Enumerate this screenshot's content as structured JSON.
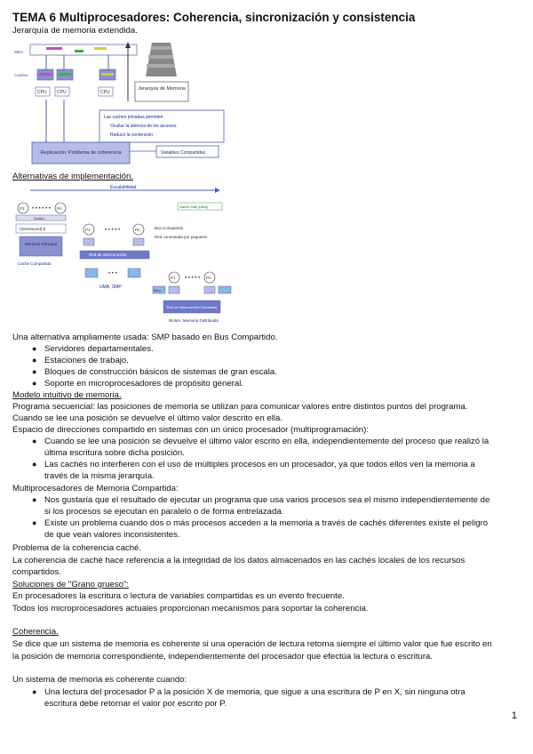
{
  "title": "TEMA 6 Multiprocesadores: Coherencia, sincronización y consistencia",
  "fig1": {
    "caption": "Jerarquía de memoria extendida.",
    "mem_label": "Mem",
    "caches_label": "Caches",
    "cpu_label": "CPU",
    "jerarquia_label": "Jerarquía de Memoria",
    "notes": [
      "Las caches privadas permiten:",
      "Ocultar la latencia de los accesos",
      "Reducir la contención"
    ],
    "replicacion": "Replicación: Problema de coherencia",
    "variables": "Variables Compartidas"
  },
  "alternativas_heading": "Alternativas de implementación.",
  "fig2": {
    "escalabilidad": "Escalabilidad",
    "p1": "P1",
    "pn": "Pn",
    "switch": "Switch",
    "cache_interleaved": "(Interleaved) $",
    "memoria_principal": "Memoria Principal",
    "cache_compartida": "Cache Compartida",
    "bus_compartido": "Bus Compartido",
    "bus_notes": [
      "Bus Compartido",
      "Red conmutada por paquetes"
    ],
    "red_interconexion": "Red de interconexión",
    "uma_smp": "UMA, SMP",
    "mem": "Mem",
    "red_escalable": "Red de Interconexión Escalable",
    "numa": "NUMA: Memoria Distribuida",
    "dance_hall": "Dance Hall (UMA)"
  },
  "smp_intro": "Una alternativa ampliamente usada: SMP basado en Bus Compartido.",
  "smp_list": [
    "Servidores departamentales.",
    "Estaciones de trabajo.",
    "Bloques de construcción básicos de sistemas de gran escala.",
    "Soporte en microprocesadores de propósito general."
  ],
  "modelo_heading": "Modelo intuitivo de memoria.",
  "prog_sec": "Programa secuencial: las posiciones de memoria se utilizan para comunicar valores entre distintos puntos del programa.",
  "cuando_lee": "Cuando se lee una posición se devuelve el último valor descrito en ella.",
  "espacio": "Espacio de direcciones compartido en sistemas con un único procesador (multiprogramación):",
  "espacio_list": [
    [
      "Cuando se lee una posición se devuelve el último valor escrito en ella, independientemente del proceso que realizó la",
      "última escritura sobre dicha posición."
    ],
    [
      "Las cachés no interfieren con el uso de múltiples procesos en un procesador, ya que todos ellos ven la memoria a",
      "través de la misma jerarquía."
    ]
  ],
  "multi_heading": "Multiprocesadores de Memoria Compartida:",
  "multi_list": [
    [
      "Nos gustaría que el resultado de ejecutar un programa que usa varios procesos sea el mismo independientemente de",
      "si los procesos se ejecutan en paralelo o de forma entrelazada."
    ],
    [
      "Existe un problema cuando dos o más procesos acceden a la memoria a través de cachés diferentes existe el peligro",
      "de que vean valores inconsistentes."
    ]
  ],
  "problema": "Problema de la coherencia caché.",
  "coherencia_def": [
    "La coherencia de caché hace referencia a la integridad de los datos almacenados en las cachés locales de los recursos",
    "compartidos."
  ],
  "soluciones_heading": "Soluciones de \"Grano grueso\":",
  "soluciones": [
    "En procesadores la escritura o lectura de variables compartidas es un evento frecuente.",
    "Todos los microprocesadores actuales proporcionan mecanismos para soportar la coherencia."
  ],
  "coherencia_heading": "Coherencia.",
  "coherente_def": [
    "Se dice que un sistema de memoria es coherente si una operación de lectura retorna siempre el último valor que fue escrito en",
    "la posición de memoria correspondiente, independientemente del procesador que efectúa la lectura o escritura."
  ],
  "sistema_coherente": "Un sistema de memoria es coherente cuando:",
  "coherente_list": [
    [
      "Una lectura del procesador P a la posición X de memoria, que sigue a una escritura de P en X, sin ninguna otra",
      "escritura debe retornar el valor por escrito por P."
    ]
  ],
  "page_number": "1"
}
